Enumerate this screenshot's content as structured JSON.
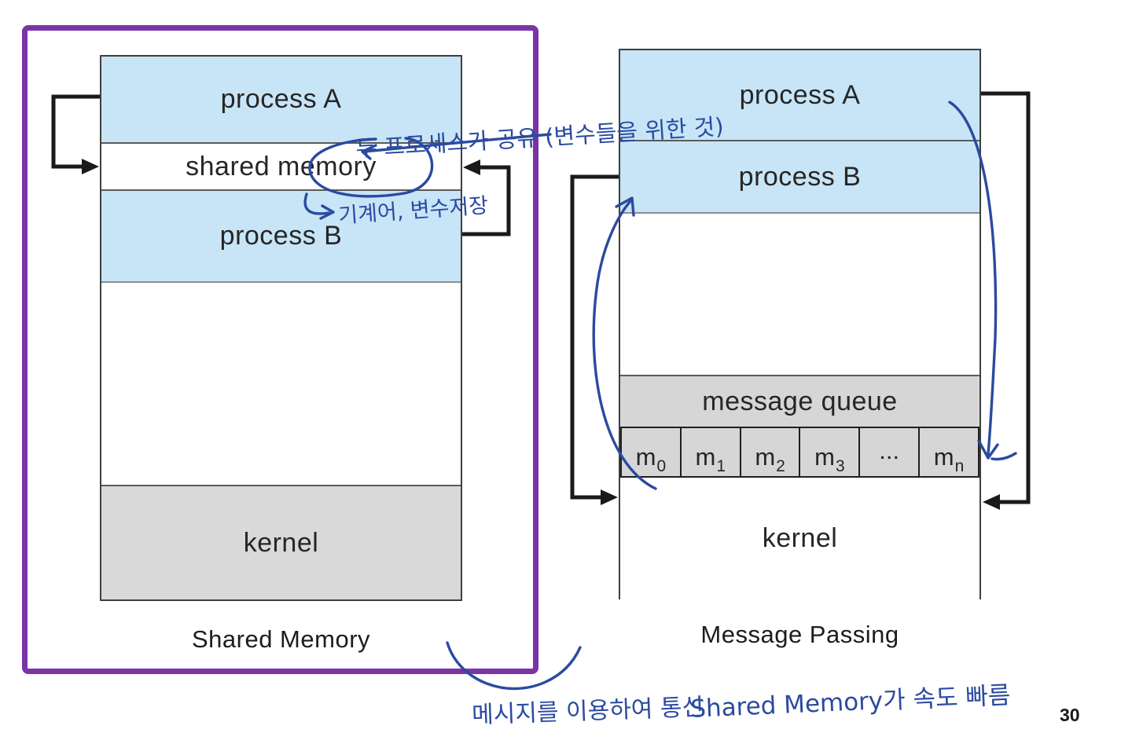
{
  "page": {
    "number": "30"
  },
  "colors": {
    "process_fill": "#c7e5f6",
    "kernel_fill": "#d9d9d9",
    "queue_fill": "#d6d6d6",
    "box_border": "#3f3f3f",
    "arrow_black": "#1a1a1a",
    "ink_blue": "#2b4aa0",
    "highlight_purple": "#7a34a6"
  },
  "left_diagram": {
    "title": "Shared Memory",
    "process_a": "process A",
    "shared_memory": "shared memory",
    "process_b": "process B",
    "kernel": "kernel"
  },
  "right_diagram": {
    "title": "Message Passing",
    "process_a": "process A",
    "process_b": "process B",
    "message_queue": "message queue",
    "kernel": "kernel",
    "queue_cells": [
      {
        "base": "m",
        "sub": "0"
      },
      {
        "base": "m",
        "sub": "1"
      },
      {
        "base": "m",
        "sub": "2"
      },
      {
        "base": "m",
        "sub": "3"
      },
      {
        "base": "...",
        "sub": ""
      },
      {
        "base": "m",
        "sub": "n"
      }
    ]
  },
  "annotations": {
    "shared_note": "두 프로세스가 공유 (변수들을 위한 것)",
    "memory_note": "기계어, 변수저장",
    "bottom_note_korean": "메시지를 이용하여 통신",
    "bottom_note_mixed": "Shared Memory가 속도 빠름"
  }
}
